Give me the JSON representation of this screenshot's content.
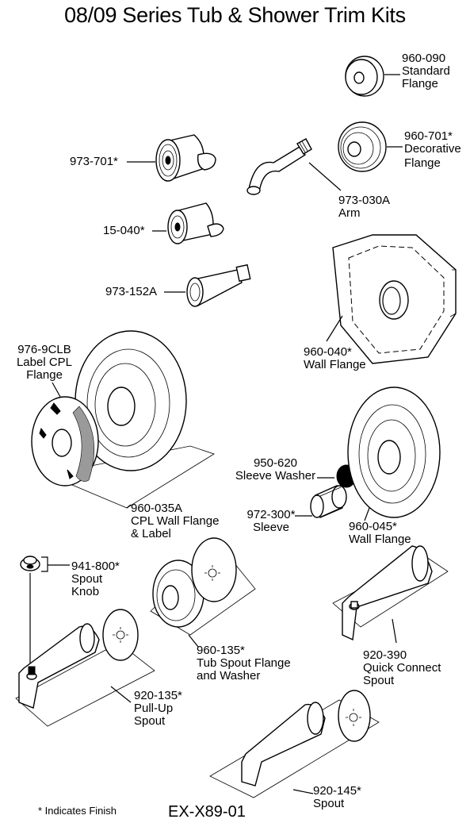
{
  "title": "08/09 Series Tub & Shower Trim Kits",
  "parts": {
    "p960_090": {
      "number": "960-090",
      "desc": [
        "Standard",
        "Flange"
      ]
    },
    "p960_701": {
      "number": "960-701*",
      "desc": [
        "Decorative",
        "Flange"
      ]
    },
    "p973_701": {
      "number": "973-701*",
      "desc": []
    },
    "p973_030a": {
      "number": "973-030A",
      "desc": [
        "Arm"
      ]
    },
    "p15_040": {
      "number": "15-040*",
      "desc": []
    },
    "p973_152a": {
      "number": "973-152A",
      "desc": []
    },
    "p960_040": {
      "number": "960-040*",
      "desc": [
        "Wall Flange"
      ]
    },
    "p976_9clb": {
      "number": "976-9CLB",
      "desc": [
        "Label CPL",
        "Flange"
      ]
    },
    "p950_620": {
      "number": "950-620",
      "desc": [
        "Sleeve Washer"
      ]
    },
    "p972_300": {
      "number": "972-300*",
      "desc": [
        "Sleeve"
      ]
    },
    "p960_035a": {
      "number": "960-035A",
      "desc": [
        "CPL Wall Flange",
        "& Label"
      ]
    },
    "p960_045": {
      "number": "960-045*",
      "desc": [
        "Wall Flange"
      ]
    },
    "p941_800": {
      "number": "941-800*",
      "desc": [
        "Spout",
        "Knob"
      ]
    },
    "p960_135": {
      "number": "960-135*",
      "desc": [
        "Tub Spout Flange",
        "and Washer"
      ]
    },
    "p920_390": {
      "number": "920-390",
      "desc": [
        "Quick Connect",
        "Spout"
      ]
    },
    "p920_135": {
      "number": "920-135*",
      "desc": [
        "Pull-Up",
        "Spout"
      ]
    },
    "p920_145": {
      "number": "920-145*",
      "desc": [
        "Spout"
      ]
    }
  },
  "footer": {
    "note": "* Indicates Finish",
    "code": "EX-X89-01"
  }
}
